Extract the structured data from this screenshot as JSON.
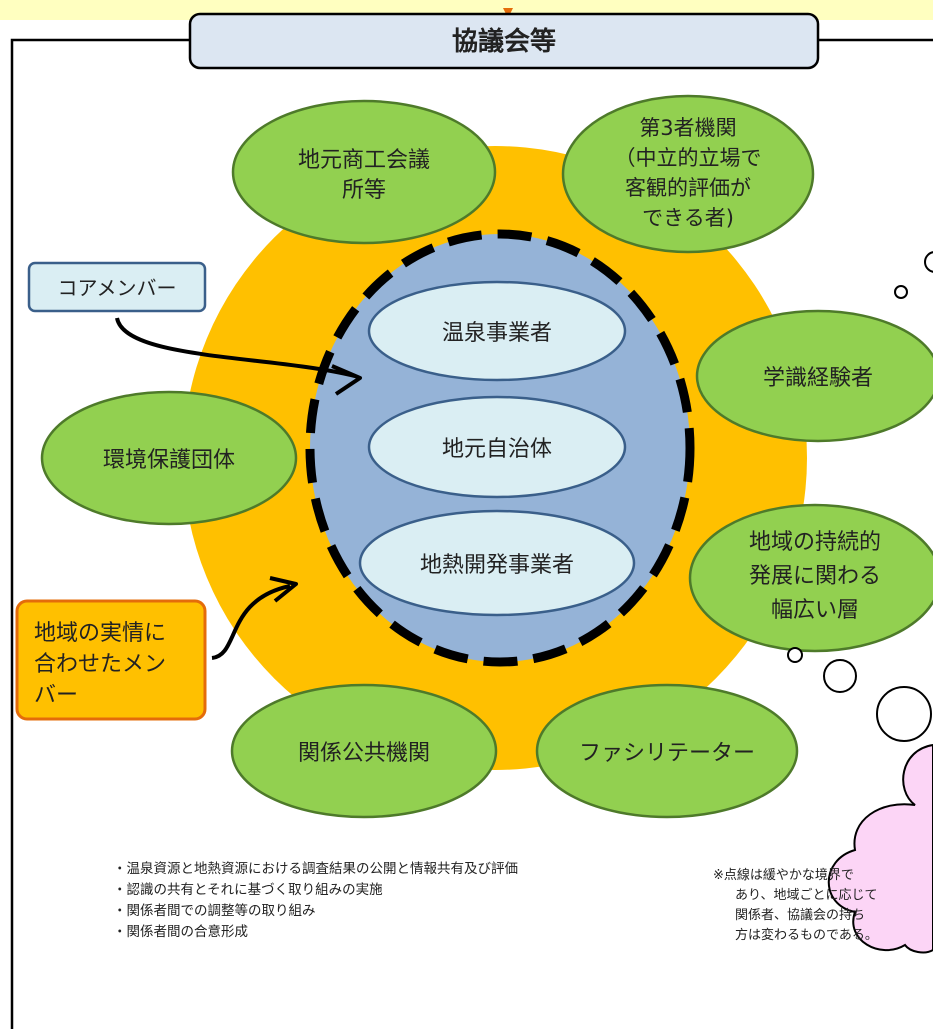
{
  "title": "協議会等",
  "core_members": [
    "温泉事業者",
    "地元自治体",
    "地熱開発事業者"
  ],
  "outer_members": {
    "chamber": [
      "地元商工会議",
      "所等"
    ],
    "third_party": [
      "第3者機関",
      "（中立的立場で",
      "客観的評価が",
      "できる者)"
    ],
    "academics": [
      "学識経験者"
    ],
    "env_groups": [
      "環境保護団体"
    ],
    "sustainable": [
      "地域の持続的",
      "発展に関わる",
      "幅広い層"
    ],
    "public_agencies": [
      "関係公共機関"
    ],
    "facilitator": [
      "ファシリテーター"
    ]
  },
  "callouts": {
    "core": "コアメンバー",
    "local": [
      "地域の実情に",
      "合わせたメン",
      "バー"
    ]
  },
  "activities": [
    "・温泉資源と地熱資源における調査結果の公開と情報共有及び評価",
    "・認識の共有とそれに基づく取り組みの実施",
    "・関係者間での調整等の取り組み",
    "・関係者間の合意形成"
  ],
  "footnote": [
    "※点線は緩やかな境界で",
    "あり、地域ごとに応じて",
    "関係者、協議会の持ち",
    "方は変わるものである。"
  ],
  "colors": {
    "orange_circle": "#FFC000",
    "inner_blue": "#95B3D7",
    "core_ellipse": "#DAEEF3",
    "green_ellipse": "#92D050",
    "green_border": "#4E7A2A",
    "local_box": "#FFC000",
    "local_box_border": "#E46C0A",
    "header_fill": "#DCE6F2",
    "top_band": "#FFFFC0",
    "cloud": "#FCD5F6"
  }
}
